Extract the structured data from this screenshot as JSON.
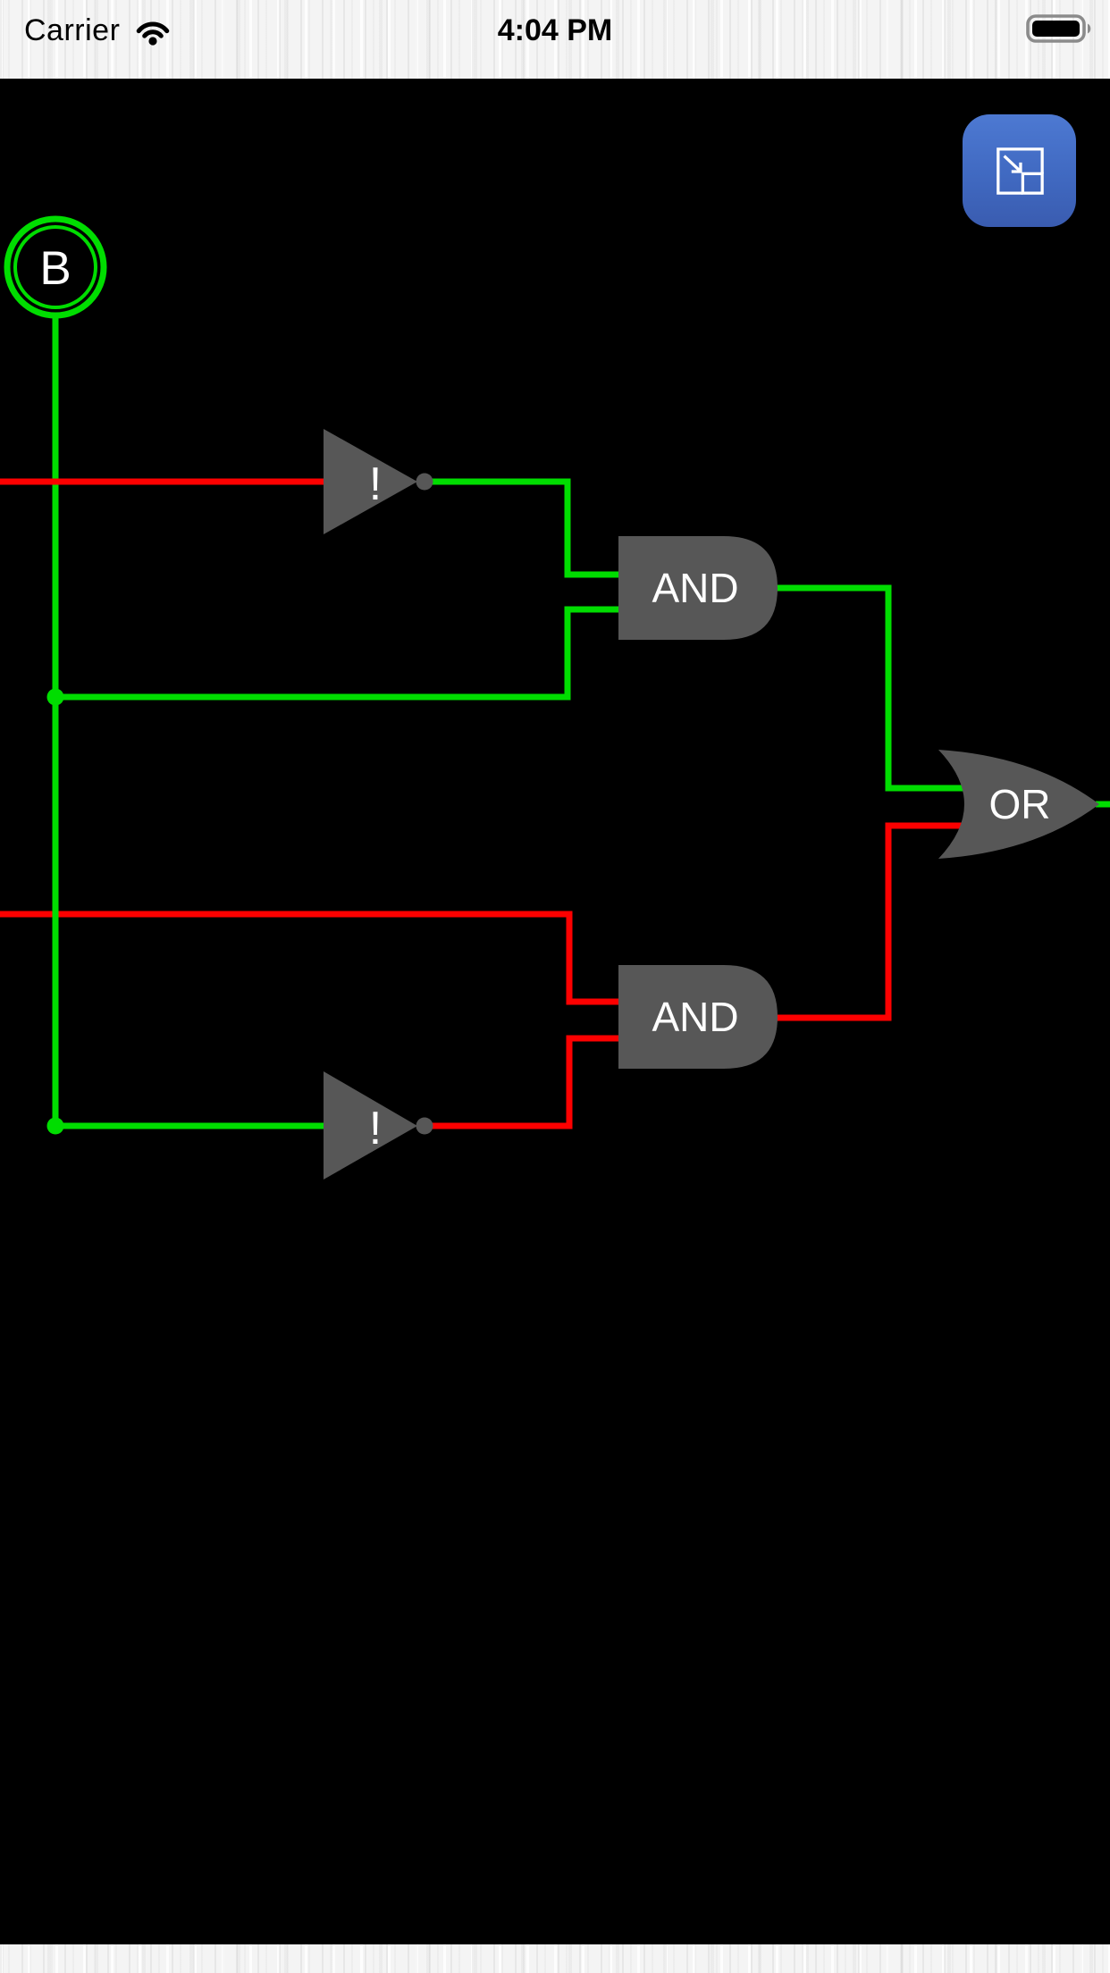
{
  "status_bar": {
    "carrier": "Carrier",
    "time": "4:04 PM",
    "wifi_icon": "wifi-full-signal",
    "battery_icon": "battery-full"
  },
  "toolbar": {
    "resize_button_icon": "shrink-to-windowed-view"
  },
  "colors": {
    "signal_on": "#00dd00",
    "signal_off": "#fd0000",
    "gate_fill": "#575757",
    "gate_label_color": "#ffffff",
    "canvas_bg": "#000000",
    "status_text": "#000000"
  },
  "circuit": {
    "input_b": {
      "label": "B",
      "state": "on"
    },
    "gates": {
      "not_top": {
        "type": "NOT",
        "label": "!"
      },
      "and_top": {
        "type": "AND",
        "label": "AND"
      },
      "or_gate": {
        "type": "OR",
        "label": "OR"
      },
      "and_bottom": {
        "type": "AND",
        "label": "AND"
      },
      "not_bottom": {
        "type": "NOT",
        "label": "!"
      }
    }
  }
}
